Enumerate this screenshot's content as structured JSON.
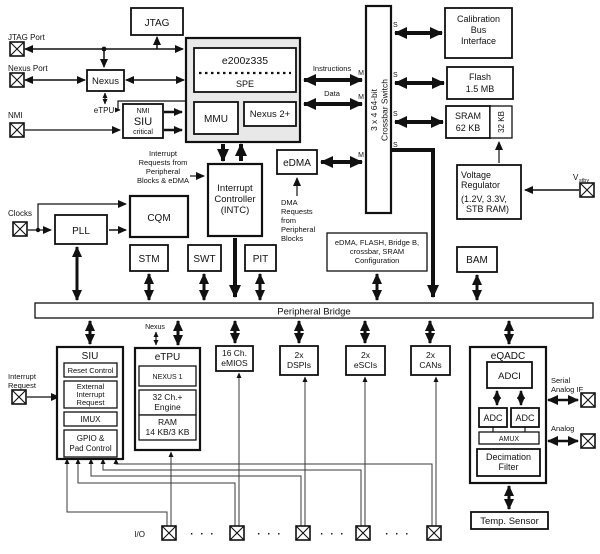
{
  "colors": {
    "line": "#111111",
    "core_fill": "#e8e8e8",
    "box_fill": "#ffffff"
  },
  "ports": {
    "jtag_port": "JTAG Port",
    "nexus_port": "Nexus Port",
    "nmi": "NMI",
    "clocks": "Clocks",
    "interrupt_request": [
      "Interrupt",
      "Request"
    ],
    "vstby_base": "V",
    "vstby_sub": "stby",
    "serial_analog_if": [
      "Serial",
      "Analog IF"
    ],
    "analog": "Analog",
    "io": "I/O",
    "dots": "· · ·"
  },
  "top": {
    "jtag": "JTAG",
    "nexus": "Nexus",
    "etpu_link": "eTPU",
    "siu_critical": [
      "NMI",
      "SIU",
      "critical"
    ]
  },
  "core": {
    "name": "e200z335",
    "spe": "SPE",
    "mmu": "MMU",
    "nexus2": "Nexus 2+"
  },
  "bus": {
    "instructions": "Instructions",
    "data": "Data",
    "m": "M",
    "s": "S"
  },
  "crossbar": [
    "3 x 4  64-bit",
    "Crossbar Switch"
  ],
  "memory": {
    "calibration": [
      "Calibration",
      "Bus",
      "Interface"
    ],
    "flash": [
      "Flash",
      "1.5 MB"
    ],
    "sram": [
      "SRAM",
      "62 KB"
    ],
    "sram_stby": "32 KB",
    "vreg": [
      "Voltage",
      "Regulator",
      "(1.2V, 3.3V,",
      "STB RAM)"
    ]
  },
  "mid": {
    "edma": "eDMA",
    "intc": [
      "Interrupt",
      "Controller",
      "(INTC)"
    ],
    "intc_req": [
      "Interrupt",
      "Requests from",
      "Peripheral",
      "Blocks & eDMA"
    ],
    "dma_req": [
      "DMA",
      "Requests",
      "from",
      "Peripheral",
      "Blocks"
    ],
    "cqm": "CQM",
    "pll": "PLL",
    "stm": "STM",
    "swt": "SWT",
    "pit": "PIT",
    "config": [
      "eDMA, FLASH, Bridge B,",
      "crossbar, SRAM",
      "Configuration"
    ],
    "bam": "BAM"
  },
  "bridge": {
    "label": "Peripheral Bridge",
    "nexus_tap": "Nexus"
  },
  "bottom": {
    "siu": {
      "title": "SIU",
      "reset": "Reset Control",
      "ext_int": [
        "External",
        "Interrupt",
        "Request"
      ],
      "imux": "IMUX",
      "gpio": [
        "GPIO &",
        "Pad Control"
      ]
    },
    "etpu": {
      "title": "eTPU",
      "nexus1": "NEXUS 1",
      "engine": [
        "32 Ch.+",
        "Engine"
      ],
      "ram": [
        "RAM",
        "14 KB/3 KB"
      ]
    },
    "emios": [
      "16 Ch.",
      "eMIOS"
    ],
    "dspi": [
      "2x",
      "DSPIs"
    ],
    "esci": [
      "2x",
      "eSCIs"
    ],
    "can": [
      "2x",
      "CANs"
    ],
    "eqadc": {
      "title": "eQADC",
      "adci": "ADCI",
      "adc_left": "ADC",
      "adc_right": "ADC",
      "amux": "AMUX",
      "decimation": [
        "Decimation",
        "Filter"
      ]
    },
    "temp_sensor": "Temp. Sensor"
  }
}
